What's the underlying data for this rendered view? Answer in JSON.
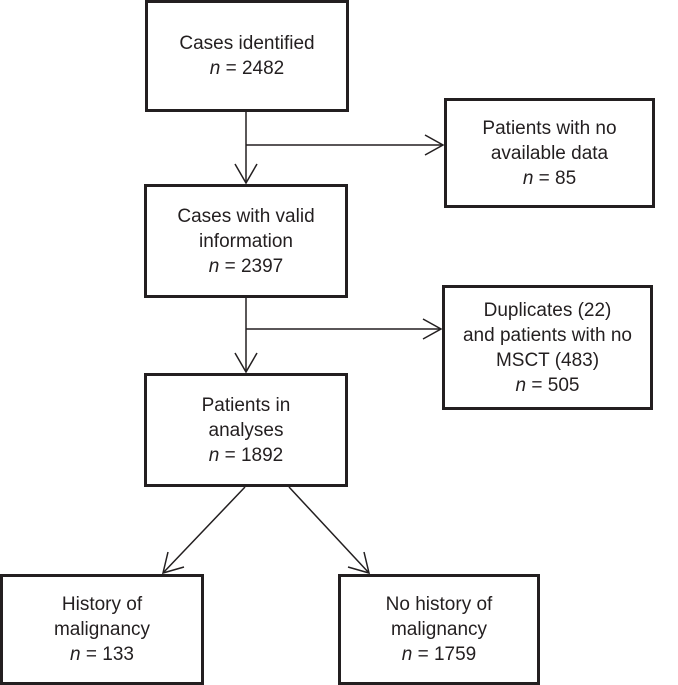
{
  "flowchart": {
    "cases_identified": {
      "line1": "Cases identified",
      "n_label": "n",
      "n_value": "= 2482"
    },
    "no_data": {
      "line1": "Patients with no",
      "line2": "available data",
      "n_label": "n",
      "n_value": "= 85"
    },
    "valid_info": {
      "line1": "Cases with valid",
      "line2": "information",
      "n_label": "n",
      "n_value": "= 2397"
    },
    "duplicates": {
      "line1": "Duplicates (22)",
      "line2": "and patients with no",
      "line3": "MSCT (483)",
      "n_label": "n",
      "n_value": "= 505"
    },
    "analyses": {
      "line1": "Patients in",
      "line2": "analyses",
      "n_label": "n",
      "n_value": "= 1892"
    },
    "history": {
      "line1": "History of",
      "line2": "malignancy",
      "n_label": "n",
      "n_value": "= 133"
    },
    "no_history": {
      "line1": "No history of",
      "line2": "malignancy",
      "n_label": "n",
      "n_value": "= 1759"
    }
  }
}
